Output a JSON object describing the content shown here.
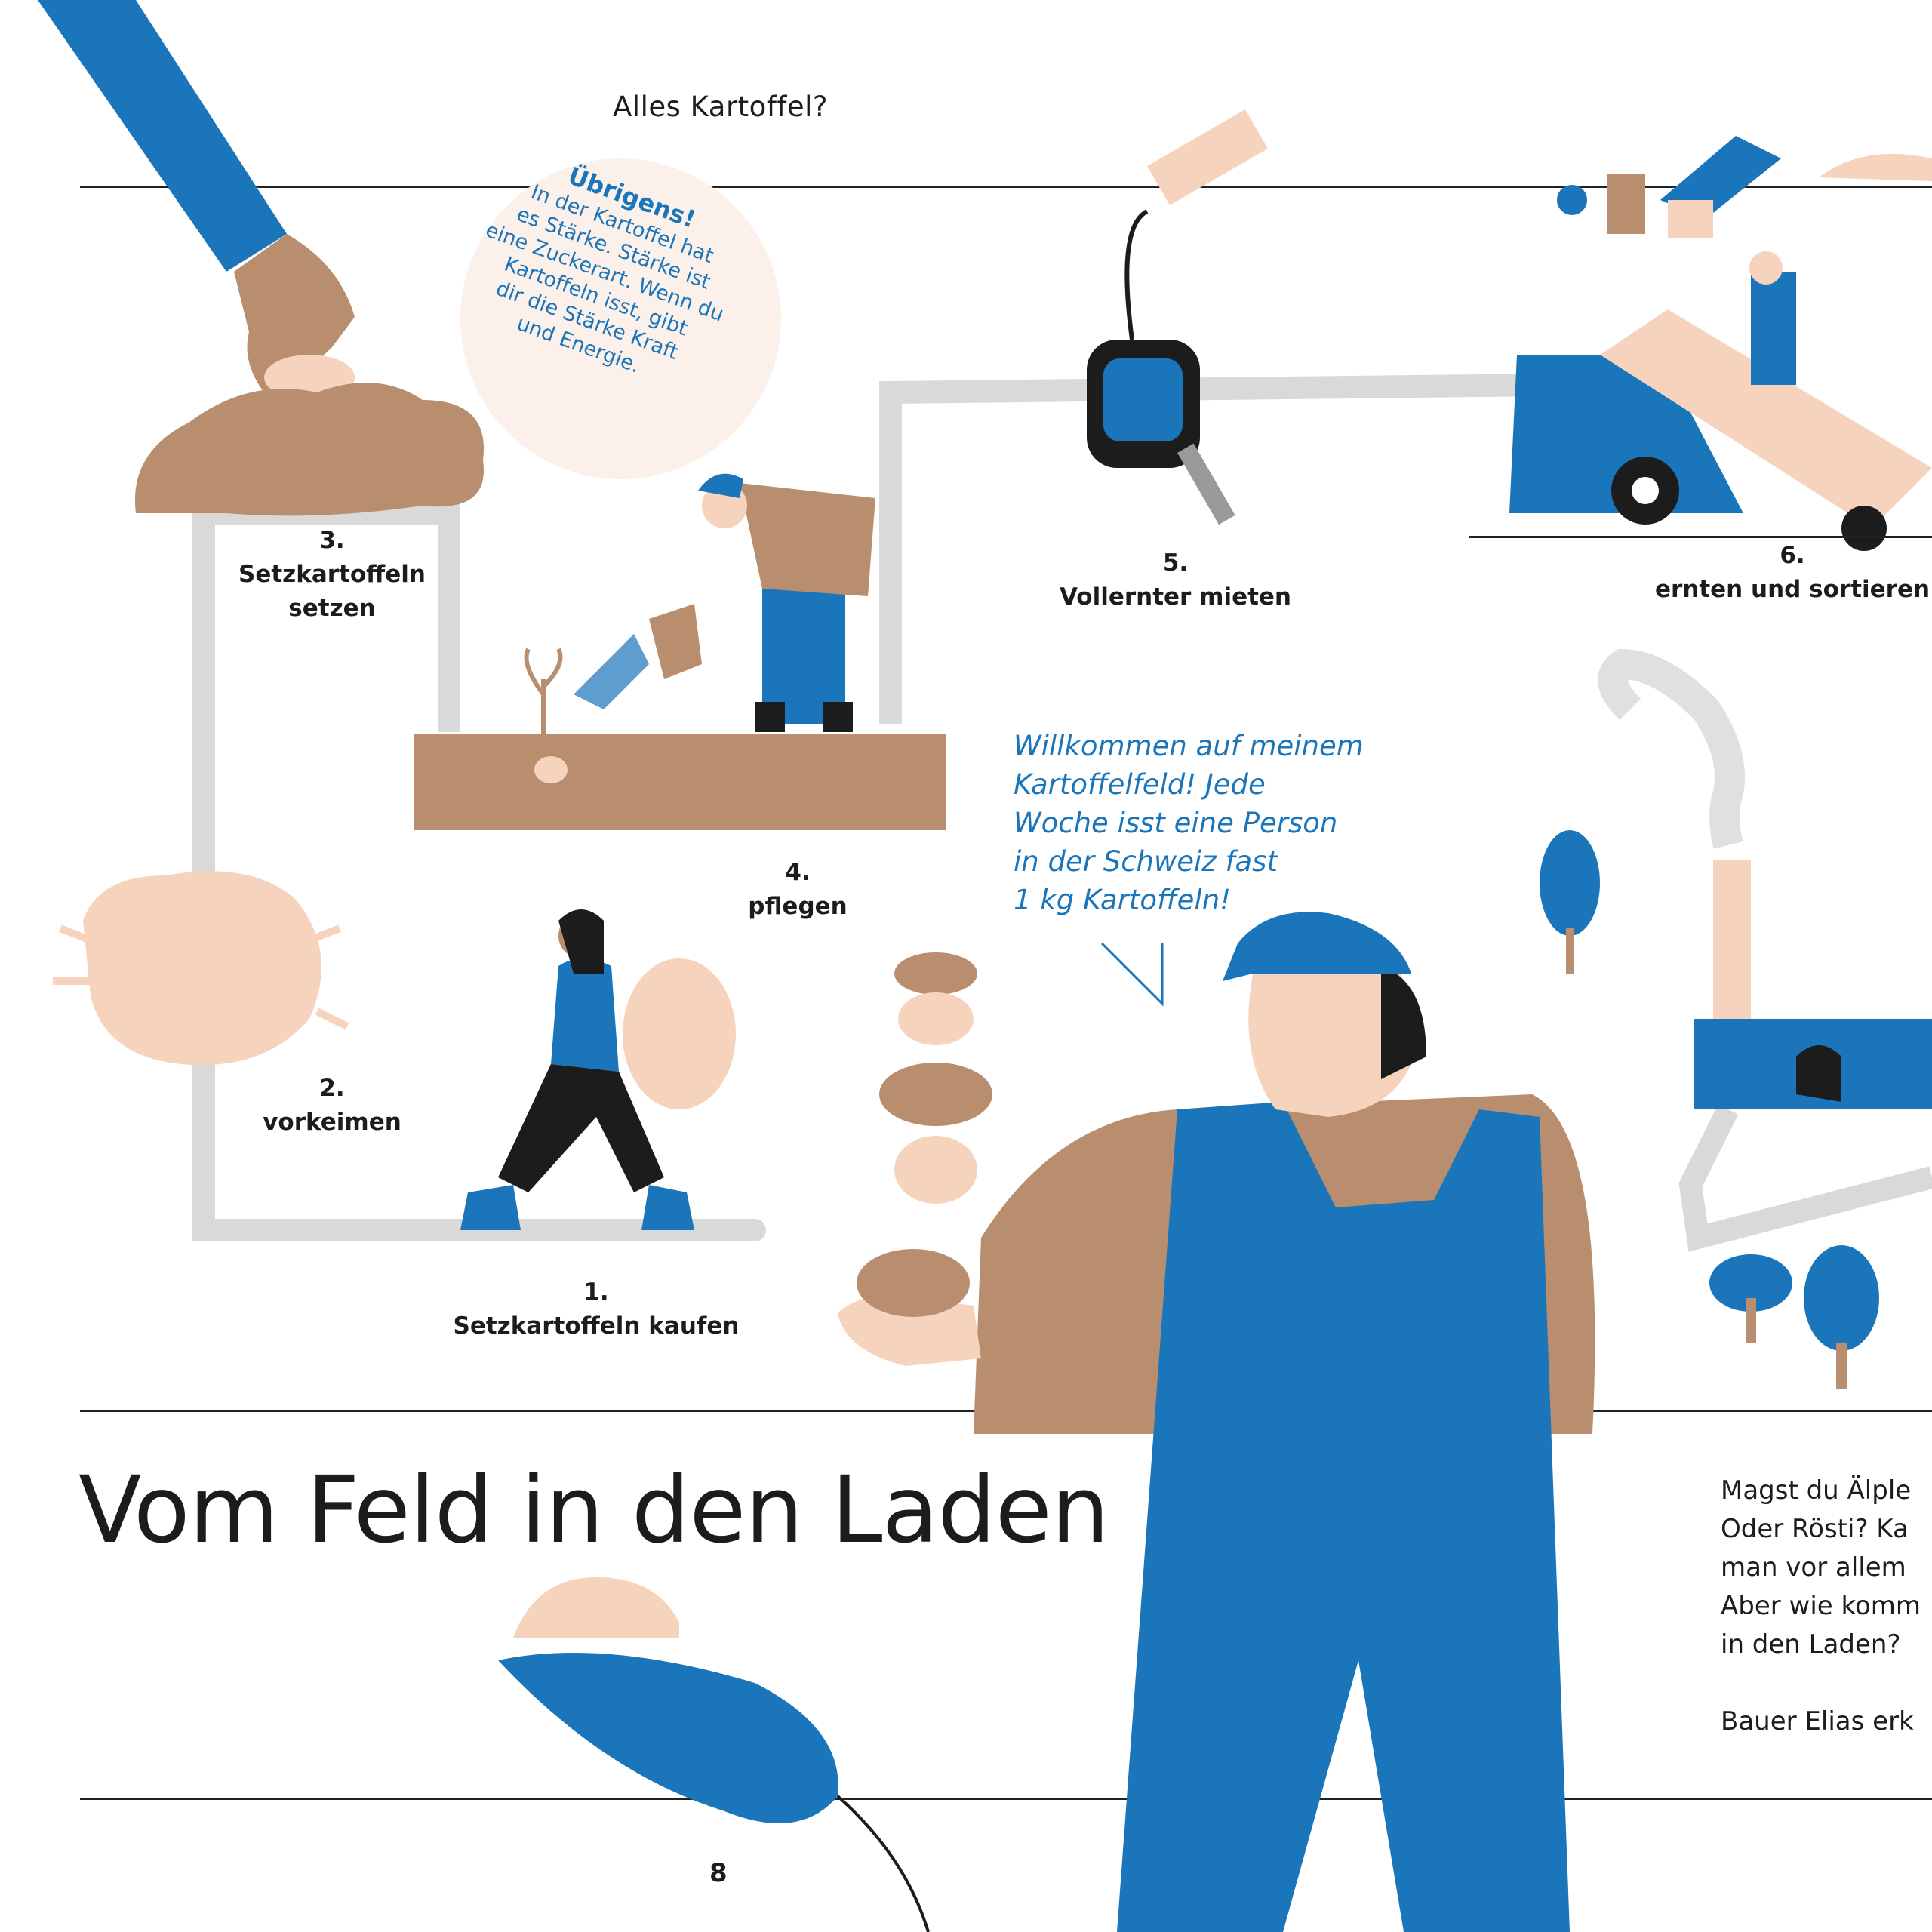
{
  "header": {
    "title": "Alles Kartoffel?"
  },
  "note": {
    "title": "Übrigens!",
    "lines": [
      "In der Kartoffel hat",
      "es Stärke. Stärke ist",
      "eine Zuckerart. Wenn du",
      "Kartoffeln isst, gibt",
      "dir die Stärke Kraft",
      "und Energie."
    ]
  },
  "steps": [
    {
      "number": "1.",
      "label": "Setzkartoffeln kaufen"
    },
    {
      "number": "2.",
      "label": "vorkeimen"
    },
    {
      "number": "3.",
      "label_line1": "Setzkartoffeln",
      "label_line2": "setzen"
    },
    {
      "number": "4.",
      "label": "pflegen"
    },
    {
      "number": "5.",
      "label": "Vollernter mieten"
    },
    {
      "number": "6.",
      "label": "ernten und sortieren"
    }
  ],
  "speech": {
    "lines": [
      "Willkommen auf meinem",
      "Kartoffelfeld! Jede",
      "Woche isst eine Person",
      "in der Schweiz fast",
      "1 kg Kartoffeln!"
    ]
  },
  "title": "Vom Feld in den Laden",
  "intro": {
    "lines": [
      "Magst du Älple",
      "Oder Rösti? Ka",
      "man vor allem",
      "Aber wie komm",
      "in den Laden?"
    ],
    "footer": "Bauer Elias erk"
  },
  "page_number": "8",
  "colors": {
    "blue": "#1a75bb",
    "brown": "#b98e6e",
    "peach": "#f6d3bd",
    "path": "#d9d9d9",
    "dark": "#1c1c1c"
  }
}
